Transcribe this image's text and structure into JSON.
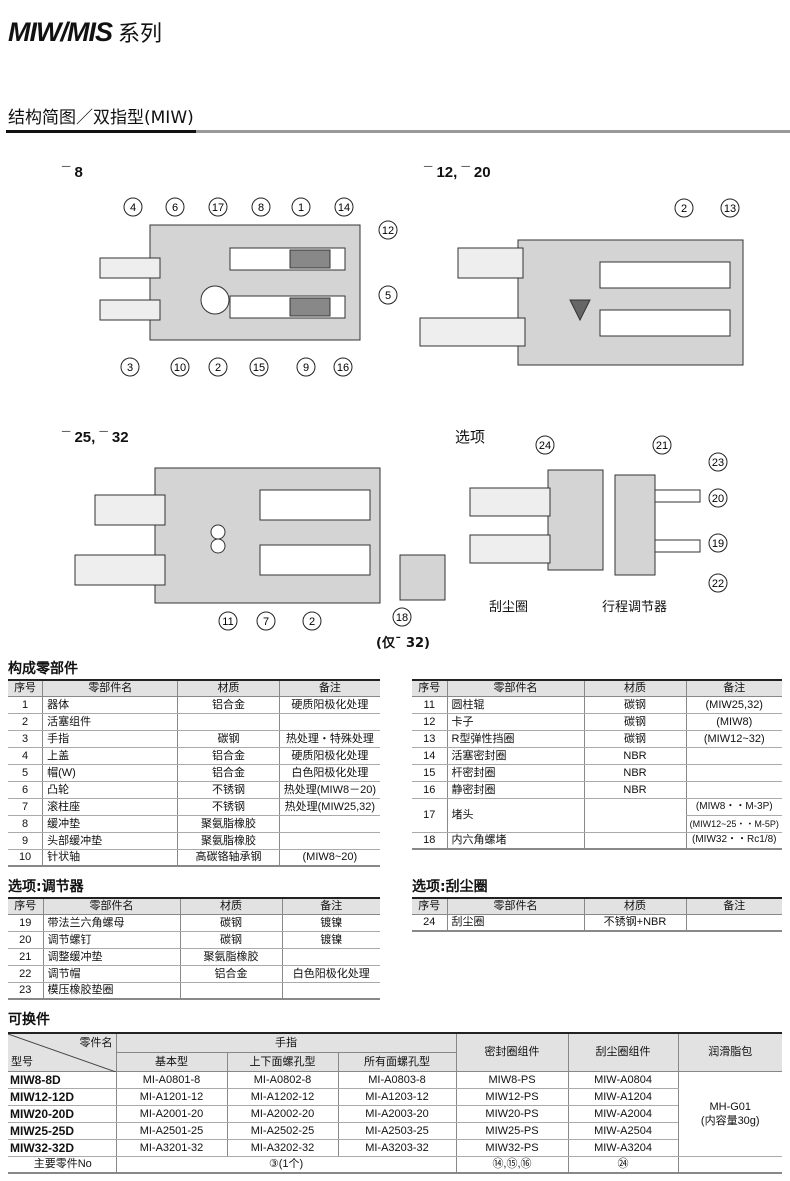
{
  "header": {
    "title_en": "MIW/MIS",
    "title_cn": "系列"
  },
  "section": {
    "title": "结构简图／双指型(MIW)"
  },
  "diagrams": {
    "d1": {
      "label": "¯ 8",
      "callouts": [
        "4",
        "6",
        "17",
        "8",
        "1",
        "14",
        "12",
        "5",
        "3",
        "10",
        "2",
        "15",
        "9",
        "16"
      ]
    },
    "d2": {
      "label": "¯ 12, ¯ 20",
      "callouts": [
        "2",
        "13"
      ]
    },
    "d3": {
      "label": "¯ 25, ¯ 32",
      "callouts": [
        "11",
        "7",
        "2",
        "18"
      ],
      "note": "(仅¯ 32)"
    },
    "opt": {
      "label": "选项",
      "callouts": [
        "24",
        "21",
        "23",
        "20",
        "19",
        "22"
      ],
      "cap_left": "刮尘圈",
      "cap_right": "行程调节器"
    }
  },
  "parts": {
    "title": "构成零部件",
    "headers": [
      "序号",
      "零部件名",
      "材质",
      "备注"
    ],
    "left": [
      [
        "1",
        "器体",
        "铝合金",
        "硬质阳极化处理"
      ],
      [
        "2",
        "活塞组件",
        "",
        ""
      ],
      [
        "3",
        "手指",
        "碳钢",
        "热处理・特殊处理"
      ],
      [
        "4",
        "上盖",
        "铝合金",
        "硬质阳极化处理"
      ],
      [
        "5",
        "帽(W)",
        "铝合金",
        "白色阳极化处理"
      ],
      [
        "6",
        "凸轮",
        "不锈钢",
        "热处理(MIW8－20)"
      ],
      [
        "7",
        "滚柱座",
        "不锈钢",
        "热处理(MIW25,32)"
      ],
      [
        "8",
        "缓冲垫",
        "聚氨脂橡胶",
        ""
      ],
      [
        "9",
        "头部缓冲垫",
        "聚氨脂橡胶",
        ""
      ],
      [
        "10",
        "针状轴",
        "高碳铬轴承钢",
        "(MIW8~20)"
      ]
    ],
    "right": [
      [
        "11",
        "圆柱辊",
        "碳钢",
        "(MIW25,32)"
      ],
      [
        "12",
        "卡子",
        "碳钢",
        "(MIW8)"
      ],
      [
        "13",
        "R型弹性挡圈",
        "碳钢",
        "(MIW12~32)"
      ],
      [
        "14",
        "活塞密封圈",
        "NBR",
        ""
      ],
      [
        "15",
        "杆密封圈",
        "NBR",
        ""
      ],
      [
        "16",
        "静密封圈",
        "NBR",
        ""
      ]
    ],
    "row17": {
      "no": "17",
      "name": "堵头",
      "notes": [
        "(MIW8・・M-3P)",
        "(MIW12~25・・M-5P)"
      ]
    },
    "row18": {
      "no": "18",
      "name": "内六角螺堵",
      "note": "(MIW32・・Rc1/8)"
    }
  },
  "opt_adjuster": {
    "title": "选项:调节器",
    "rows": [
      [
        "19",
        "带法兰六角螺母",
        "碳钢",
        "镀镍"
      ],
      [
        "20",
        "调节螺钉",
        "碳钢",
        "镀镍"
      ],
      [
        "21",
        "调整缓冲垫",
        "聚氨脂橡胶",
        ""
      ],
      [
        "22",
        "调节帽",
        "铝合金",
        "白色阳极化处理"
      ],
      [
        "23",
        "模压橡胶垫圈",
        "",
        ""
      ]
    ]
  },
  "opt_scraper": {
    "title": "选项:刮尘圈",
    "rows": [
      [
        "24",
        "刮尘圈",
        "不锈钢+NBR",
        ""
      ]
    ]
  },
  "replacement": {
    "title": "可换件",
    "corner_top": "零件名",
    "corner_bottom": "型号",
    "finger": "手指",
    "finger_sub": [
      "基本型",
      "上下面螺孔型",
      "所有面螺孔型"
    ],
    "seal": "密封圈组件",
    "scraper": "刮尘圈组件",
    "grease": "润滑脂包",
    "rows": [
      [
        "MIW8-8D",
        "MI-A0801-8",
        "MI-A0802-8",
        "MI-A0803-8",
        "MIW8-PS",
        "MIW-A0804"
      ],
      [
        "MIW12-12D",
        "MI-A1201-12",
        "MI-A1202-12",
        "MI-A1203-12",
        "MIW12-PS",
        "MIW-A1204"
      ],
      [
        "MIW20-20D",
        "MI-A2001-20",
        "MI-A2002-20",
        "MI-A2003-20",
        "MIW20-PS",
        "MIW-A2004"
      ],
      [
        "MIW25-25D",
        "MI-A2501-25",
        "MI-A2502-25",
        "MI-A2503-25",
        "MIW25-PS",
        "MIW-A2504"
      ],
      [
        "MIW32-32D",
        "MI-A3201-32",
        "MI-A3202-32",
        "MI-A3203-32",
        "MIW32-PS",
        "MIW-A3204"
      ]
    ],
    "grease_value": "MH-G01",
    "grease_note": "(内容量30g)",
    "main_label": "主要零件No",
    "main_finger": "③(1个)",
    "main_seal": "⑭,⑮,⑯",
    "main_scraper": "㉔"
  }
}
